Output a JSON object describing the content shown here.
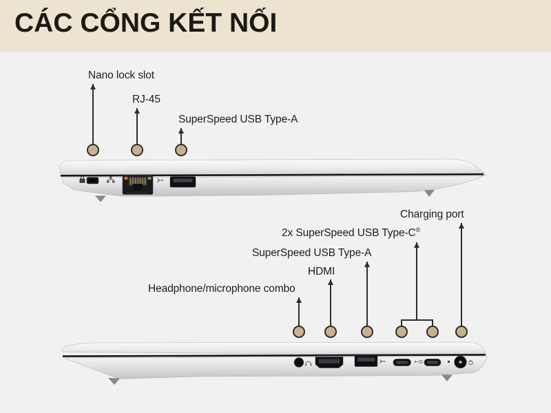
{
  "header": {
    "title": "CÁC CỔNG KẾT NỐI"
  },
  "colors": {
    "header_bg": "#ece3d1",
    "page_bg": "#f1f1f2",
    "title_text": "#1b1913",
    "label_text": "#1d1d1d",
    "arrow_color": "#2d2d2d",
    "marker_fill": "#c8b18c",
    "marker_stroke": "#2d2d2d",
    "laptop_silver": "#e6e6e8",
    "port_black": "#141417"
  },
  "top_view": {
    "callouts": [
      {
        "label": "Nano lock slot",
        "port": "nano-lock-slot"
      },
      {
        "label": "RJ-45",
        "port": "rj45-ethernet-port"
      },
      {
        "label": "SuperSpeed USB Type-A",
        "port": "usb-a-port"
      }
    ]
  },
  "bottom_view": {
    "callouts": [
      {
        "label": "Headphone/microphone combo",
        "port": "headphone-jack"
      },
      {
        "label": "HDMI",
        "port": "hdmi-port"
      },
      {
        "label": "SuperSpeed USB Type-A",
        "port": "usb-a-port"
      },
      {
        "label": "2x SuperSpeed USB Type-C",
        "registered_mark": "®",
        "port": "usb-c-ports"
      },
      {
        "label": "Charging port",
        "port": "charging-port"
      }
    ]
  }
}
